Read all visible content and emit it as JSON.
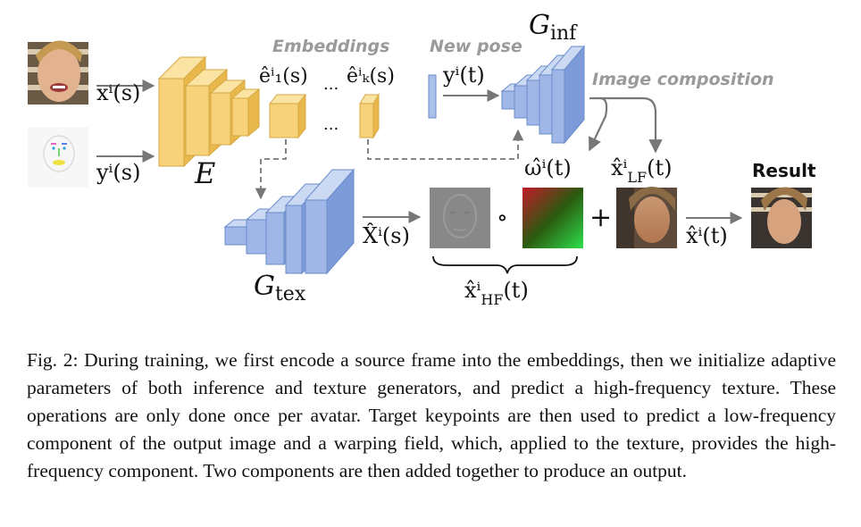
{
  "figure": {
    "labels": {
      "embeddings": "Embeddings",
      "new_pose": "New pose",
      "image_composition": "Image composition",
      "result": "Result"
    },
    "math": {
      "x_s": "xⁱ(s)",
      "y_s": "yⁱ(s)",
      "encoder": "E",
      "e1": "êⁱ₁(s)",
      "eK": "êⁱₖ(s)",
      "dots": "...",
      "dots2": "...",
      "y_t": "yⁱ(t)",
      "g_inf": "G",
      "g_inf_sub": "inf",
      "omega": "ω̂ⁱ(t)",
      "x_lf": "x̂ⁱ",
      "x_lf_sub": "LF",
      "x_lf_t": "(t)",
      "X_s": "X̂ⁱ(s)",
      "circ": "∘",
      "plus": "+",
      "x_hat_t": "x̂ⁱ(t)",
      "g_tex": "G",
      "g_tex_sub": "tex",
      "x_hf": "x̂ⁱ",
      "x_hf_sub": "HF",
      "x_hf_t": "(t)"
    },
    "colors": {
      "encoder": "#f7d27a",
      "generator": "#9fb6e6",
      "arrow": "#777777"
    }
  },
  "caption": "Fig. 2: During training, we first encode a source frame into the embeddings, then we initialize adaptive parameters of both inference and texture generators, and predict a high-frequency texture. These operations are only done once per avatar. Target keypoints are then used to predict a low-frequency component of the output image and a warping field, which, applied to the texture, provides the high-frequency component. Two components are then added together to produce an output."
}
